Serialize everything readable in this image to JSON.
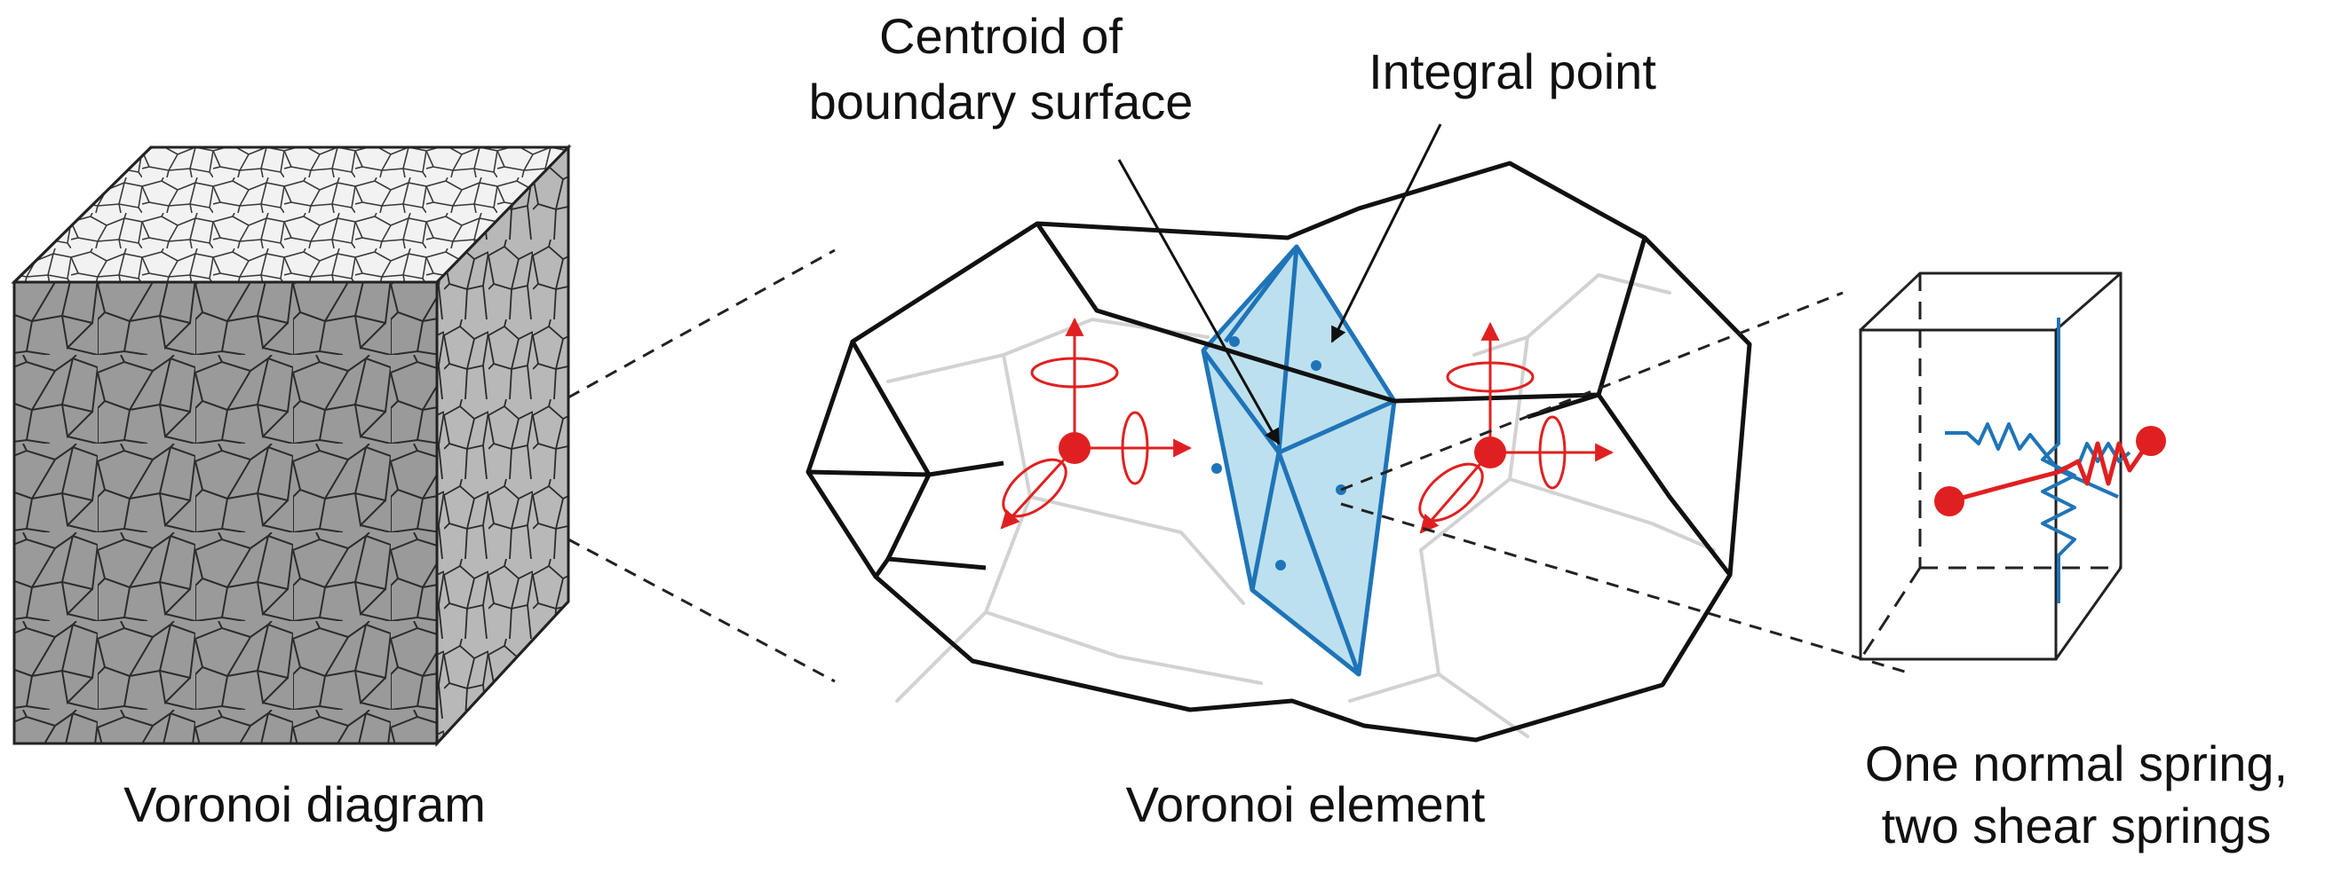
{
  "labels": {
    "voronoi_diagram": "Voronoi diagram",
    "voronoi_element": "Voronoi element",
    "springs_line1": "One normal spring,",
    "springs_line2": "two shear springs",
    "centroid_line1": "Centroid of",
    "centroid_line2": "boundary surface",
    "integral_point": "Integral point"
  },
  "colors": {
    "cube_front": "#9a9a9a",
    "cube_side": "#b8b8b8",
    "cube_top": "#f2f2f2",
    "cell_edge": "#2b2b2b",
    "element_edge": "#111111",
    "hidden_edge": "#d2d2d2",
    "boundary_fill": "#bde0ee",
    "boundary_edge": "#1f74b8",
    "dof_red": "#e02020",
    "spring_blue": "#1f74b8"
  },
  "icons": {
    "rotation_symbol": "circular-arrow-icon",
    "dof_node": "red-dot-icon"
  }
}
